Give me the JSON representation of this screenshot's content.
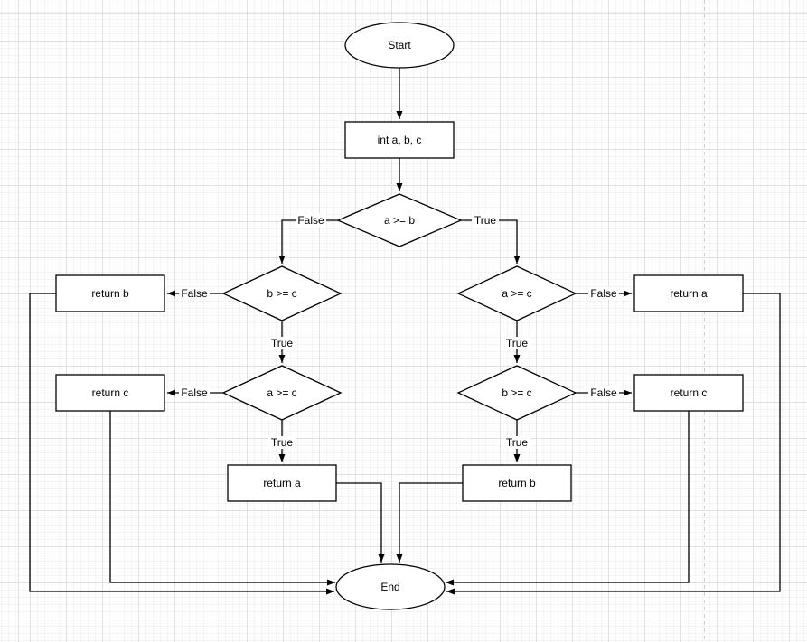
{
  "diagram": {
    "type": "flowchart",
    "nodes": {
      "start": "Start",
      "declare": "int a, b, c",
      "cond_a_ge_b": "a >= b",
      "cond_b_ge_c_left": "b >= c",
      "cond_a_ge_c_left": "a >= c",
      "cond_a_ge_c_right": "a >= c",
      "cond_b_ge_c_right": "b >= c",
      "return_b_left": "return b",
      "return_c_left": "return c",
      "return_a_left": "return a",
      "return_a_right": "return a",
      "return_c_right": "return c",
      "return_b_right": "return b",
      "end": "End"
    },
    "branch_labels": {
      "true": "True",
      "false": "False"
    },
    "edges": [
      {
        "from": "start",
        "to": "declare",
        "label": ""
      },
      {
        "from": "declare",
        "to": "cond_a_ge_b",
        "label": ""
      },
      {
        "from": "cond_a_ge_b",
        "to": "cond_b_ge_c_left",
        "label": "False"
      },
      {
        "from": "cond_a_ge_b",
        "to": "cond_a_ge_c_right",
        "label": "True"
      },
      {
        "from": "cond_b_ge_c_left",
        "to": "return_b_left",
        "label": "False"
      },
      {
        "from": "cond_b_ge_c_left",
        "to": "cond_a_ge_c_left",
        "label": "True"
      },
      {
        "from": "cond_a_ge_c_left",
        "to": "return_c_left",
        "label": "False"
      },
      {
        "from": "cond_a_ge_c_left",
        "to": "return_a_left",
        "label": "True"
      },
      {
        "from": "cond_a_ge_c_right",
        "to": "return_a_right",
        "label": "False"
      },
      {
        "from": "cond_a_ge_c_right",
        "to": "cond_b_ge_c_right",
        "label": "True"
      },
      {
        "from": "cond_b_ge_c_right",
        "to": "return_c_right",
        "label": "False"
      },
      {
        "from": "cond_b_ge_c_right",
        "to": "return_b_right",
        "label": "True"
      },
      {
        "from": "return_b_left",
        "to": "end",
        "label": ""
      },
      {
        "from": "return_c_left",
        "to": "end",
        "label": ""
      },
      {
        "from": "return_a_left",
        "to": "end",
        "label": ""
      },
      {
        "from": "return_b_right",
        "to": "end",
        "label": ""
      },
      {
        "from": "return_c_right",
        "to": "end",
        "label": ""
      },
      {
        "from": "return_a_right",
        "to": "end",
        "label": ""
      }
    ],
    "colors": {
      "shape_fill": "#ffffff",
      "shape_stroke": "#000000",
      "text": "#000000",
      "grid_minor": "#f4f4f4",
      "grid_major": "#e0e0e0",
      "page_break": "#c9c9c9"
    }
  }
}
